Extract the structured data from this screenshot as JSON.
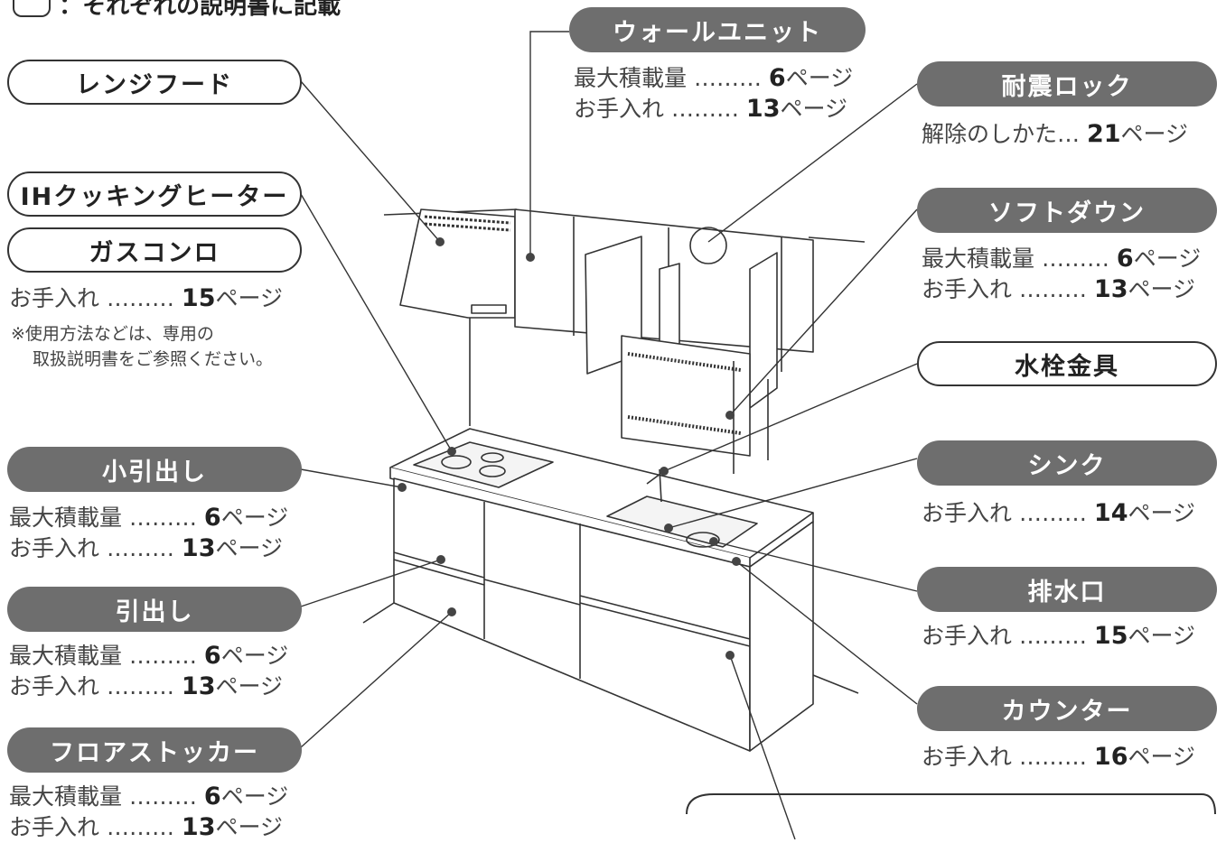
{
  "legend": {
    "text": "：それぞれの説明書に記載"
  },
  "callouts": {
    "wall_unit": {
      "title": "ウォールユニット",
      "lines": [
        {
          "text": "最大積載量 ……… ",
          "num": "6",
          "unit": "ページ"
        },
        {
          "text": "お手入れ ……… ",
          "num": "13",
          "unit": "ページ"
        }
      ]
    },
    "range_hood": {
      "title": "レンジフード"
    },
    "ih_heater": {
      "title": "IHクッキングヒーター"
    },
    "gas_stove": {
      "title": "ガスコンロ",
      "lines": [
        {
          "text": "お手入れ ……… ",
          "num": "15",
          "unit": "ページ"
        }
      ],
      "note": [
        "※使用方法などは、専用の",
        "取扱説明書をご参照ください。"
      ]
    },
    "quake_lock": {
      "title": "耐震ロック",
      "lines": [
        {
          "text": "解除のしかた… ",
          "num": "21",
          "unit": "ページ"
        }
      ]
    },
    "soft_down": {
      "title": "ソフトダウン",
      "lines": [
        {
          "text": "最大積載量 ……… ",
          "num": "6",
          "unit": "ページ"
        },
        {
          "text": "お手入れ ……… ",
          "num": "13",
          "unit": "ページ"
        }
      ]
    },
    "faucet": {
      "title": "水栓金具"
    },
    "small_drawer": {
      "title": "小引出し",
      "lines": [
        {
          "text": "最大積載量 ……… ",
          "num": "6",
          "unit": "ページ"
        },
        {
          "text": "お手入れ ……… ",
          "num": "13",
          "unit": "ページ"
        }
      ]
    },
    "sink": {
      "title": "シンク",
      "lines": [
        {
          "text": "お手入れ ……… ",
          "num": "14",
          "unit": "ページ"
        }
      ]
    },
    "drawer": {
      "title": "引出し",
      "lines": [
        {
          "text": "最大積載量 ……… ",
          "num": "6",
          "unit": "ページ"
        },
        {
          "text": "お手入れ ……… ",
          "num": "13",
          "unit": "ページ"
        }
      ]
    },
    "drain": {
      "title": "排水口",
      "lines": [
        {
          "text": "お手入れ ……… ",
          "num": "15",
          "unit": "ページ"
        }
      ]
    },
    "counter": {
      "title": "カウンター",
      "lines": [
        {
          "text": "お手入れ ……… ",
          "num": "16",
          "unit": "ページ"
        }
      ]
    },
    "floor_stocker": {
      "title": "フロアストッカー",
      "lines": [
        {
          "text": "最大積載量 ……… ",
          "num": "6",
          "unit": "ページ"
        },
        {
          "text": "お手入れ ……… ",
          "num": "13",
          "unit": "ページ"
        }
      ]
    }
  },
  "colors": {
    "dark_label": "#6e6e6e",
    "line": "#333333"
  }
}
